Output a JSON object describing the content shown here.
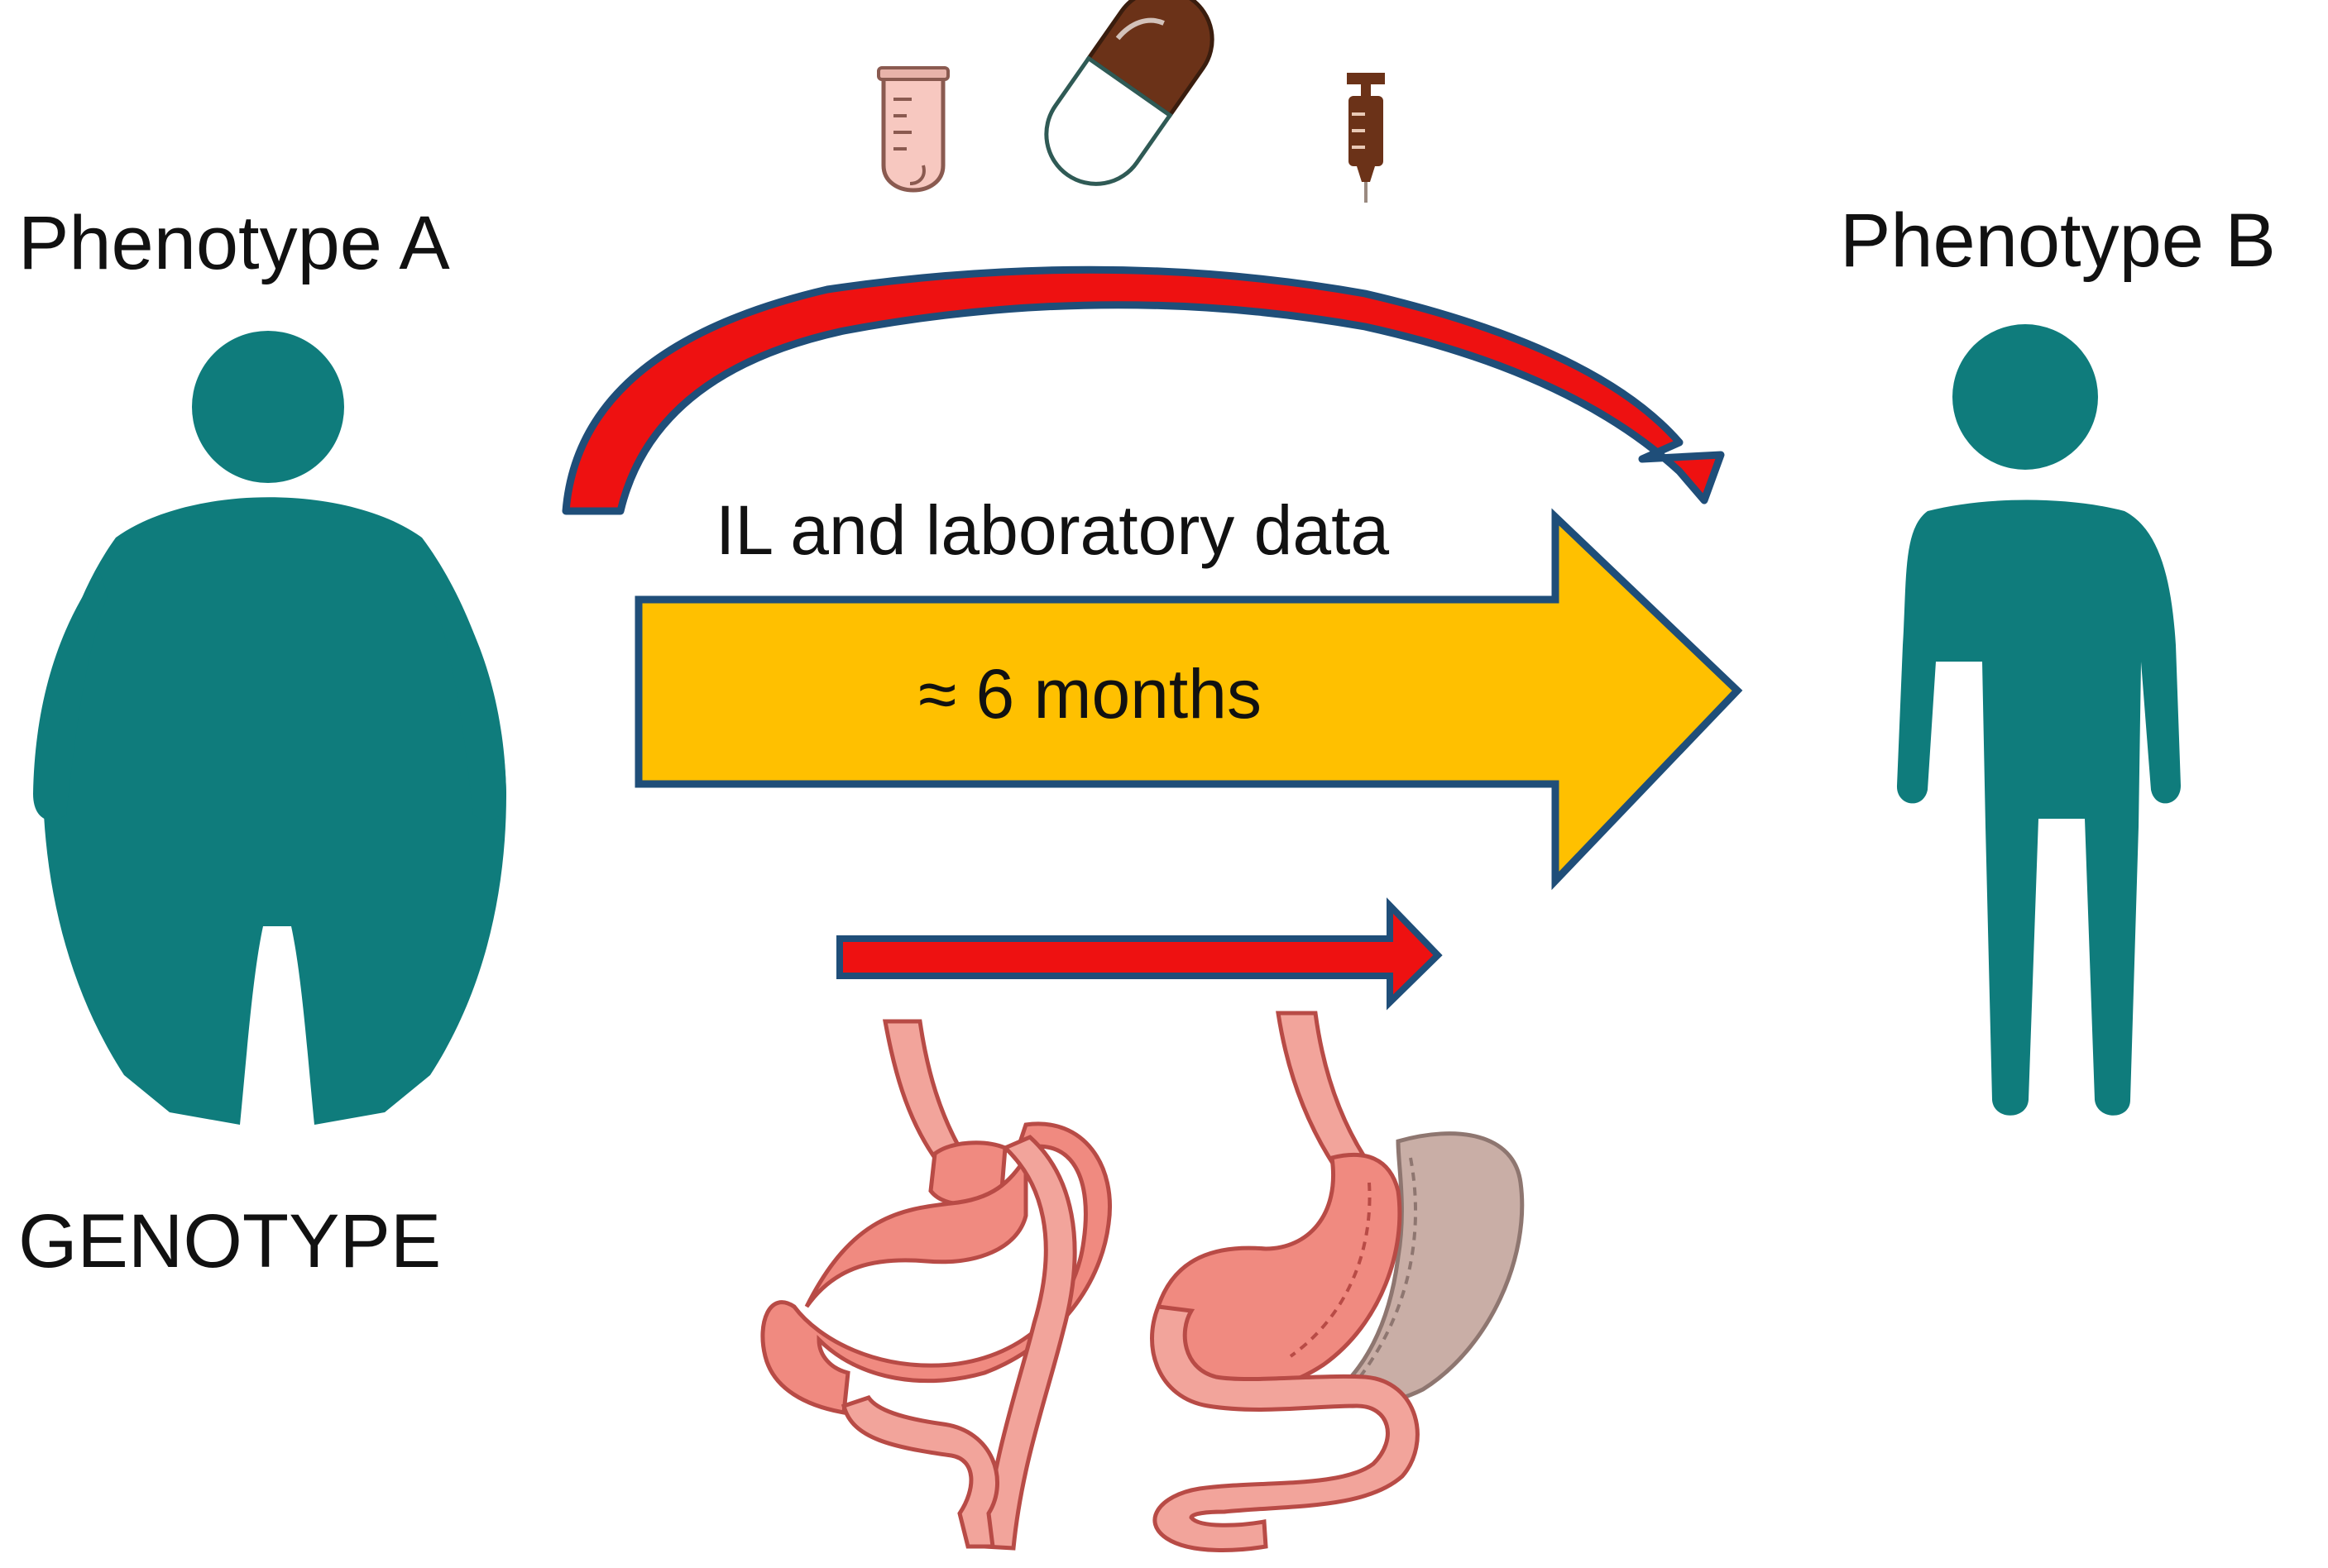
{
  "labels": {
    "phenotype_a": "Phenotype A",
    "phenotype_b": "Phenotype B",
    "genotype": "GENOTYPE",
    "il_lab_data": "IL and laboratory data",
    "duration": "≈  6 months"
  },
  "icons": {
    "test_tube": "test-tube-icon",
    "capsule": "capsule-icon",
    "syringe": "syringe-icon",
    "obese_person": "obese-person-icon",
    "slim_person": "slim-person-icon",
    "gastric_bypass": "gastric-bypass-icon",
    "sleeve_gastrectomy": "sleeve-gastrectomy-icon"
  },
  "colors": {
    "figure_teal": "#0f7c7c",
    "time_arrow_fill": "#ffc000",
    "arrow_outline": "#1f4e79",
    "red_arrow": "#ee1111",
    "stomach_pink": "#f08a80",
    "stomach_outline": "#b84b46",
    "resected_gray": "#c9aea6"
  }
}
